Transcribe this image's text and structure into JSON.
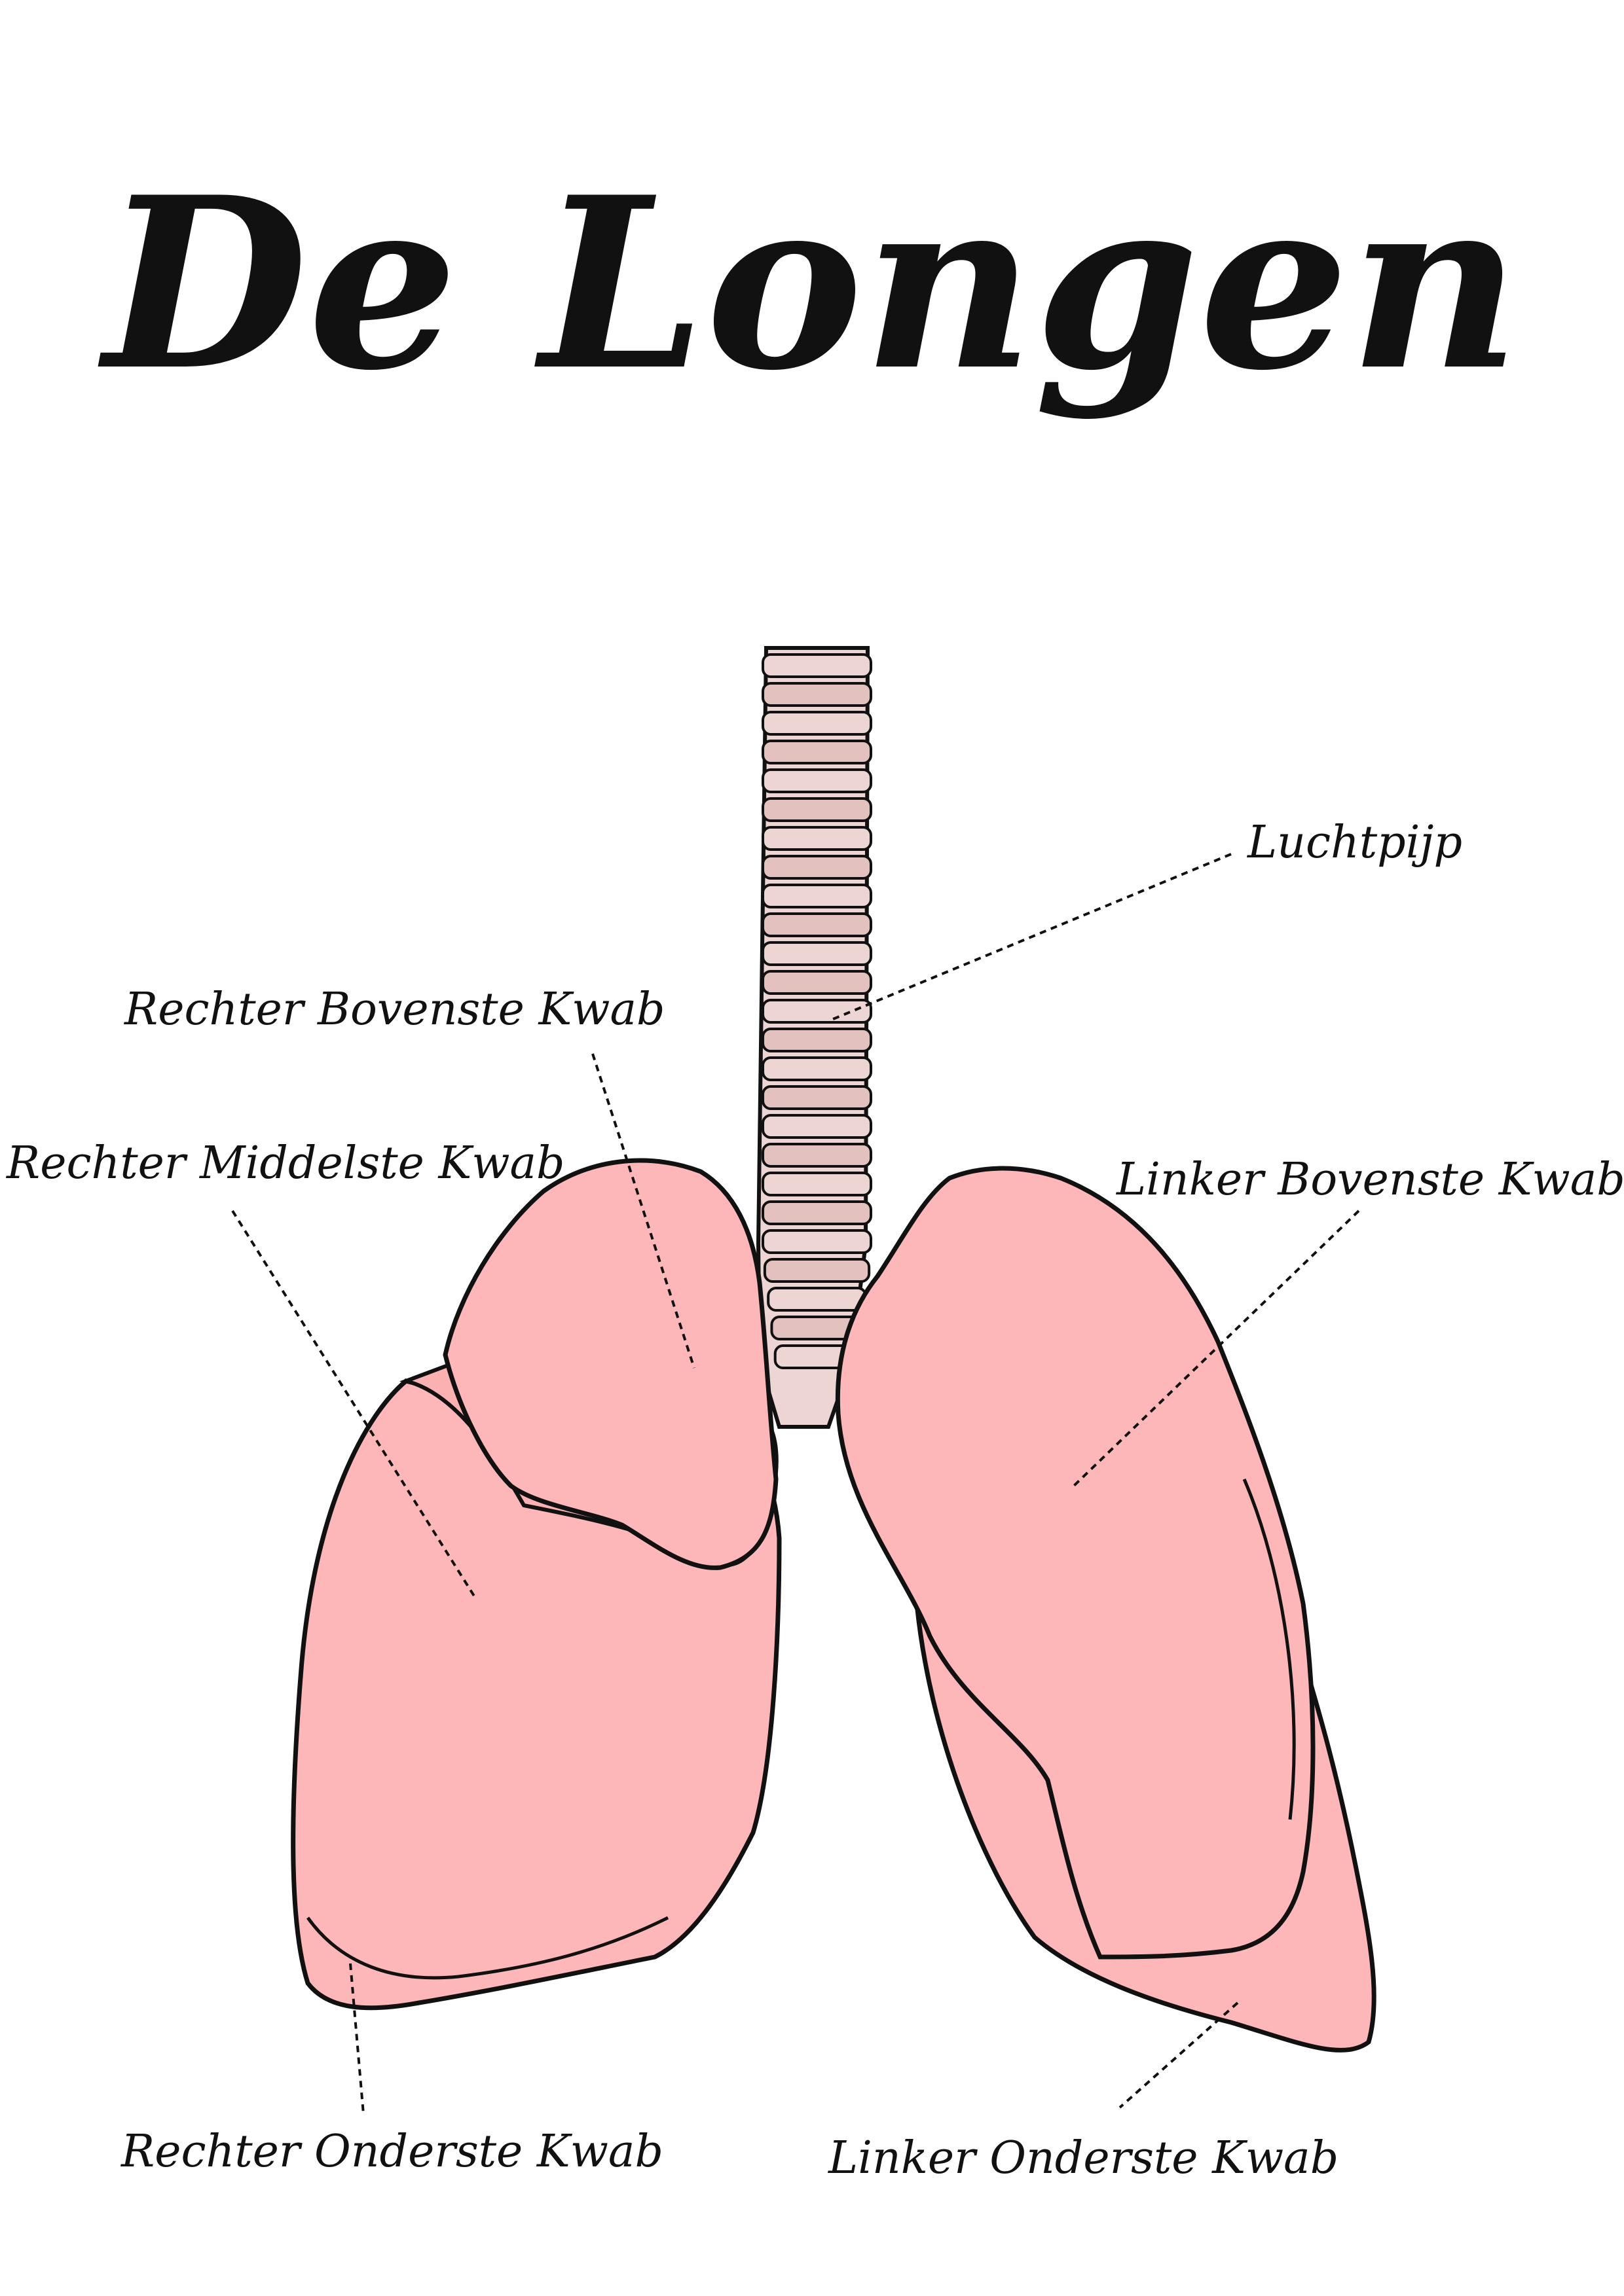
{
  "title": "De Longen",
  "labels": {
    "trachea": "Luchtpijp",
    "right_upper_lobe": "Rechter Bovenste Kwab",
    "right_middle_lobe": "Rechter Middelste Kwab",
    "right_lower_lobe": "Rechter Onderste Kwab",
    "left_upper_lobe": "Linker Bovenste Kwab",
    "left_lower_lobe": "Linker Onderste Kwab"
  },
  "colors": {
    "lung_fill": "#fdb7b8",
    "lung_shade": "#f4a3a6",
    "trachea_fill": "#ecd5d3",
    "trachea_ring": "#e2c1bf",
    "outline": "#111111"
  }
}
